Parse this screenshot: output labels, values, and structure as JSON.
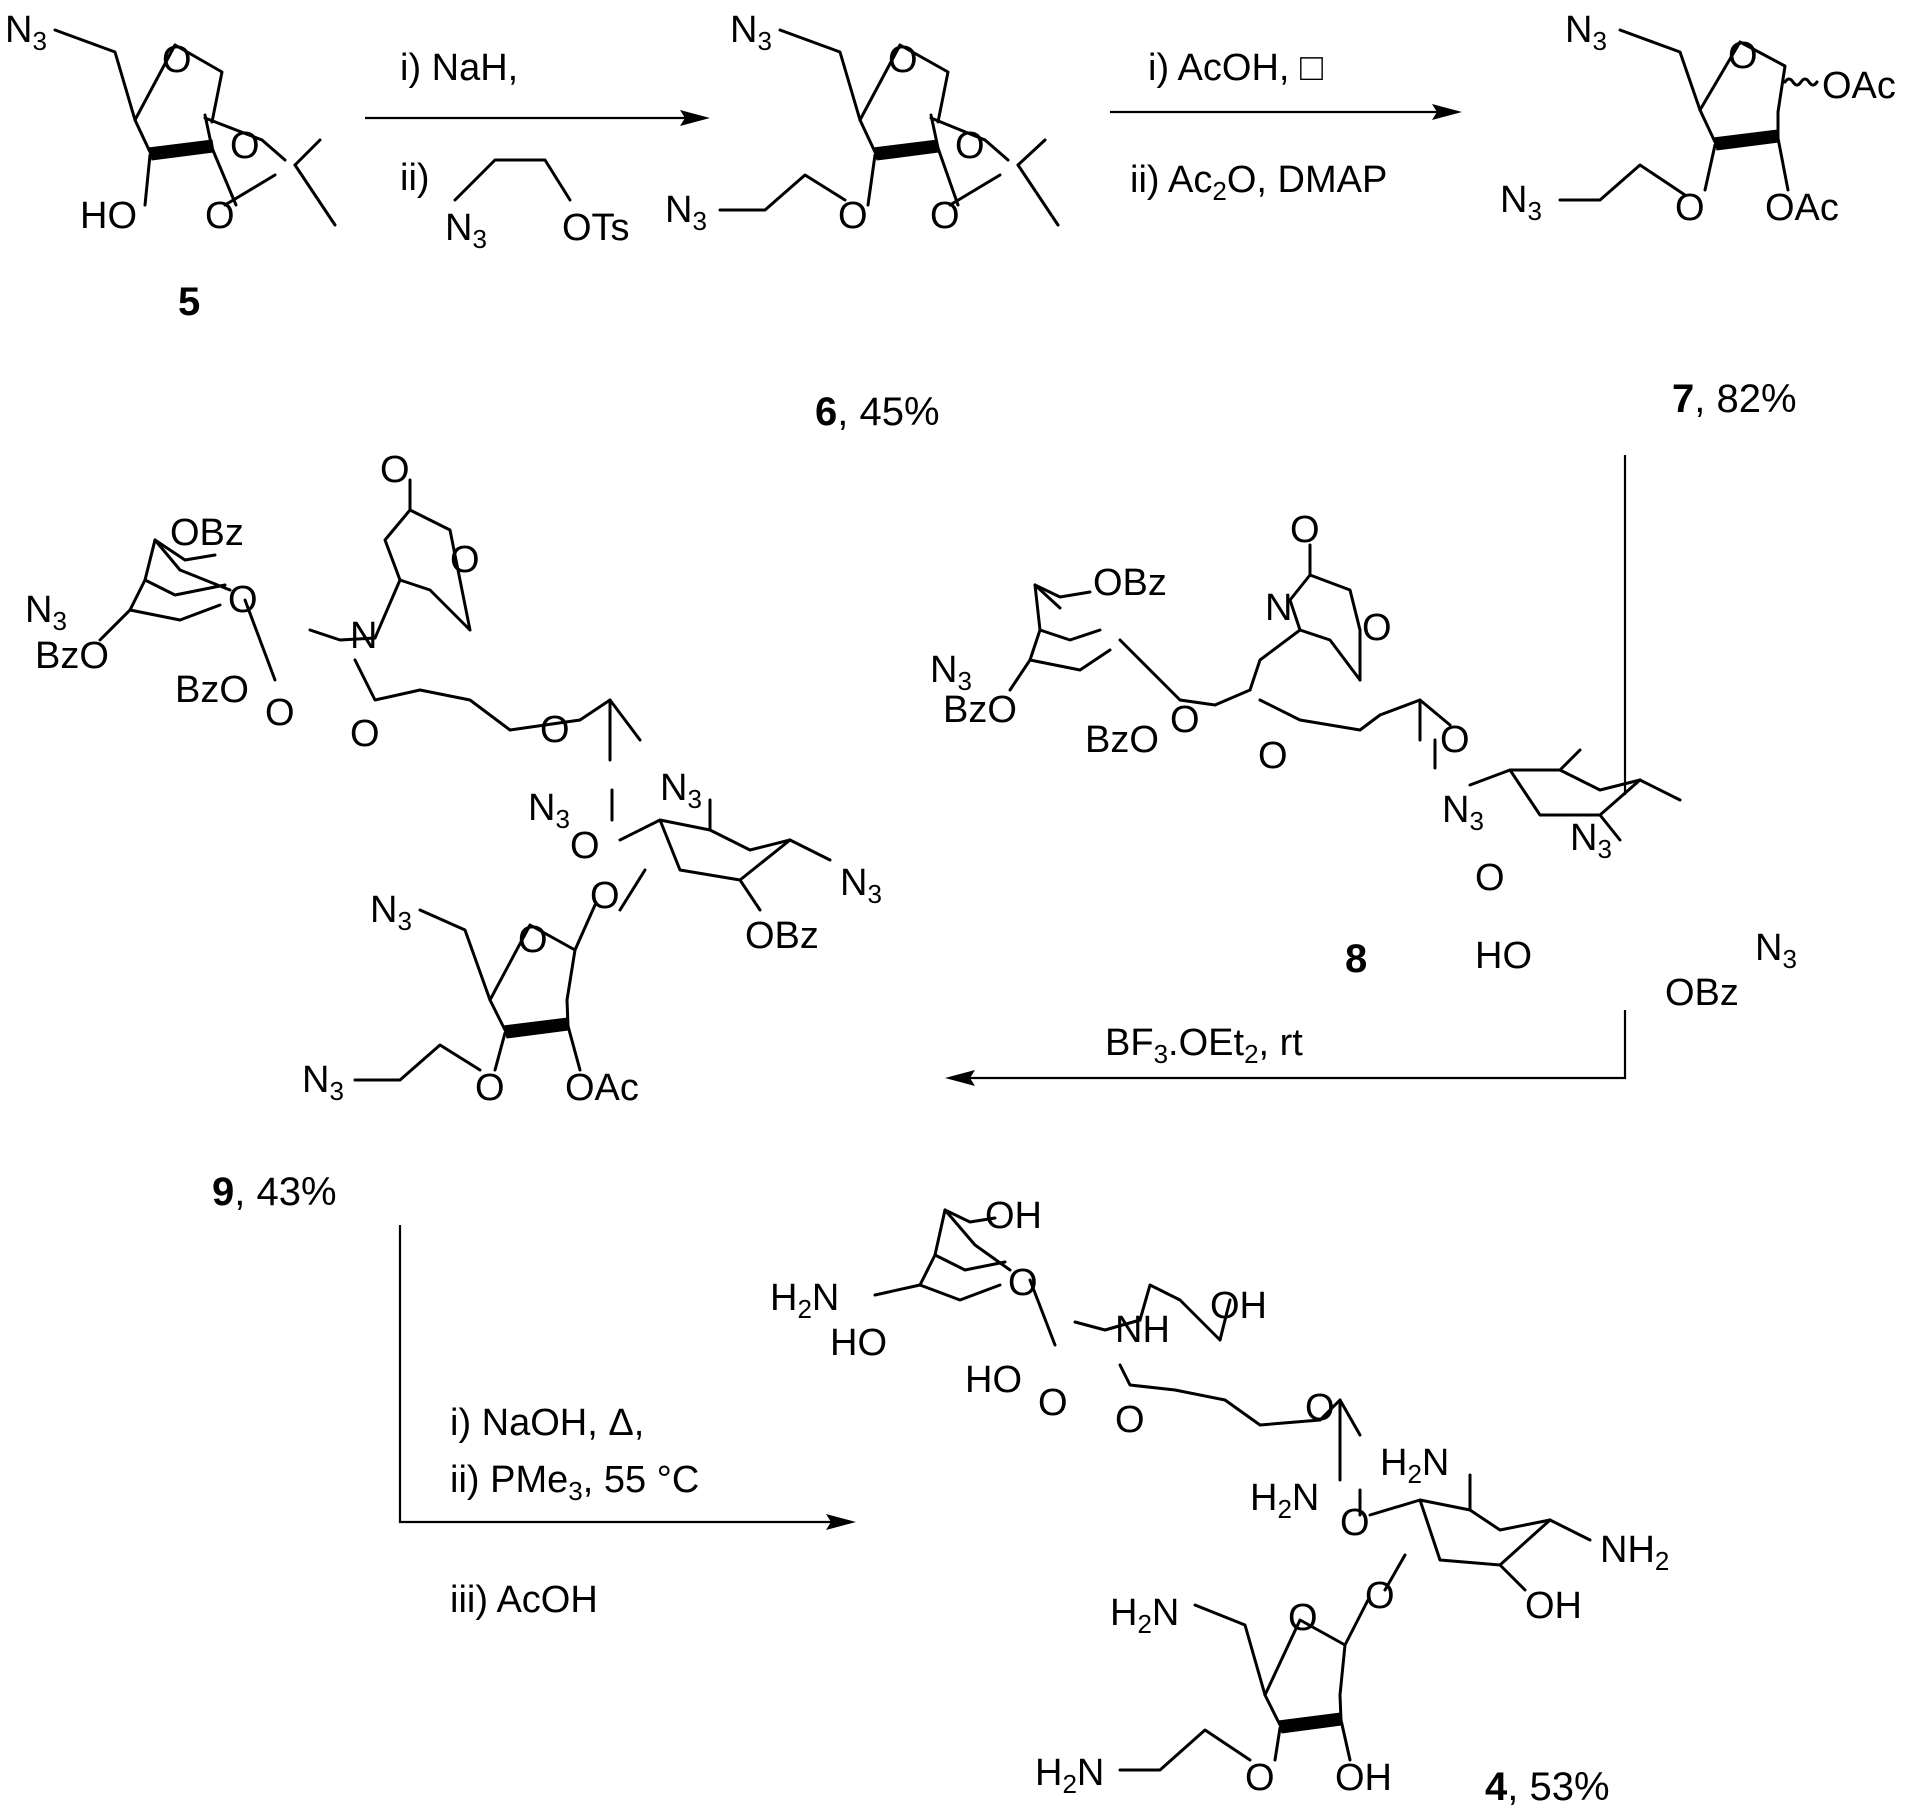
{
  "compounds": {
    "c5": {
      "number": "5"
    },
    "c6": {
      "number": "6",
      "yield": ", 45%"
    },
    "c7": {
      "number": "7",
      "yield": ", 82%"
    },
    "c8": {
      "number": "8"
    },
    "c9": {
      "number": "9",
      "yield": ", 43%"
    },
    "c4": {
      "number": "4",
      "yield": ", 53%"
    }
  },
  "conditions": {
    "step1": {
      "line1": "i) NaH,",
      "line2": "ii)",
      "reagent_n3": "N",
      "reagent_n3_sub": "3",
      "reagent_ots": "OTs"
    },
    "step2": {
      "line1": "i) AcOH, ",
      "line1_symbol": "□",
      "line2_pre": "ii) Ac",
      "line2_sub": "2",
      "line2_post": "O, DMAP"
    },
    "step3": {
      "pre": "BF",
      "sub1": "3",
      "mid": ".OEt",
      "sub2": "2",
      "post": ", rt"
    },
    "step4": {
      "line1": "i) NaOH, Δ,",
      "line2_pre": "ii) PMe",
      "line2_sub": "3",
      "line2_post": ", 55 °C",
      "line3": "iii) AcOH"
    }
  },
  "atom_labels": {
    "N": "N",
    "sub3": "3",
    "sub2": "2",
    "O": "O",
    "HO": "HO",
    "OH": "OH",
    "OAc": "OAc",
    "OBz": "OBz",
    "BzO": "BzO",
    "H": "H",
    "NH": "NH",
    "NH2_N": "NH",
    "ring_O": "O"
  }
}
